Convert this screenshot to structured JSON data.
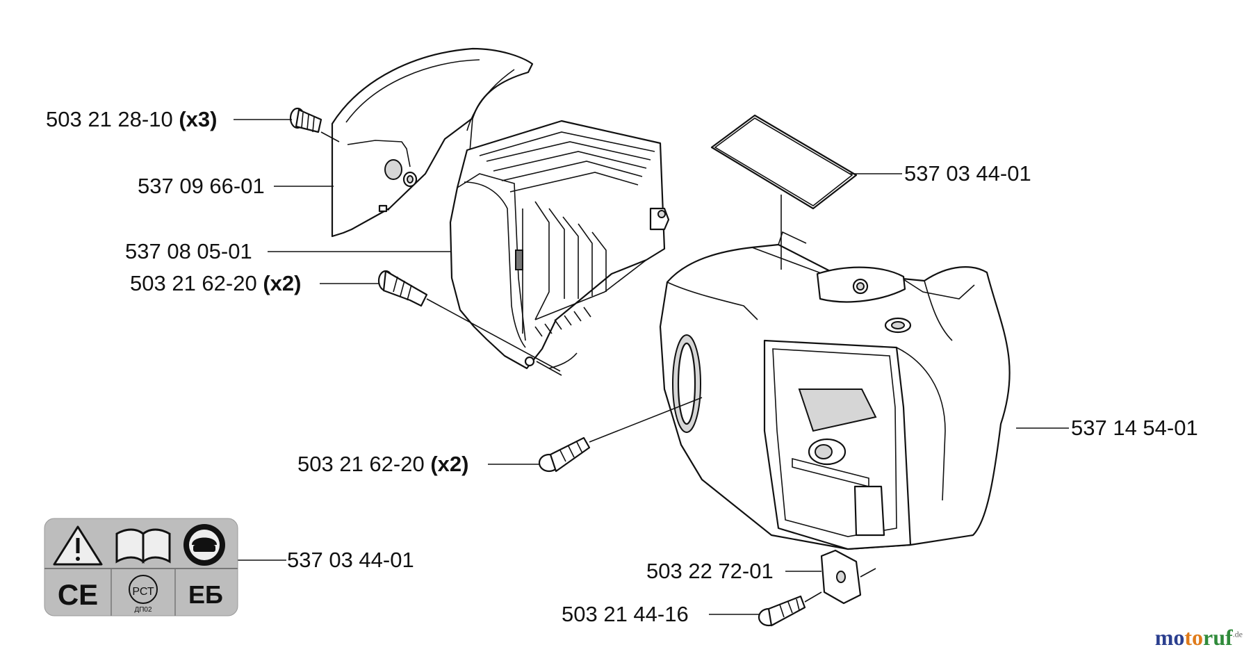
{
  "labels": {
    "screw_top": {
      "code": "503 21 28-10",
      "qty": "(x3)"
    },
    "cover": {
      "code": "537 09 66-01"
    },
    "cylinder_cover": {
      "code": "537 08 05-01"
    },
    "bolt_upper": {
      "code": "503 21 62-20",
      "qty": "(x2)"
    },
    "bolt_lower": {
      "code": "503 21 62-20",
      "qty": "(x2)"
    },
    "decal_top": {
      "code": "537 03 44-01"
    },
    "engine_housing": {
      "code": "537 14 54-01"
    },
    "decal_panel": {
      "code": "537 03 44-01"
    },
    "clip": {
      "code": "503 22 72-01"
    },
    "screw_bottom": {
      "code": "503 21 44-16"
    }
  },
  "decal": {
    "ce_mark": "CE",
    "gost_mark": "РСТ",
    "gost_subtext": "ДП02",
    "eac_mark": "ЕБ"
  },
  "watermark": {
    "text_mo": "mo",
    "text_to": "to",
    "text_ruf": "ruf",
    "suffix": ".de",
    "colors": {
      "blue": "#2b3f8f",
      "orange": "#e07b1a",
      "green": "#2f8a3a"
    }
  }
}
